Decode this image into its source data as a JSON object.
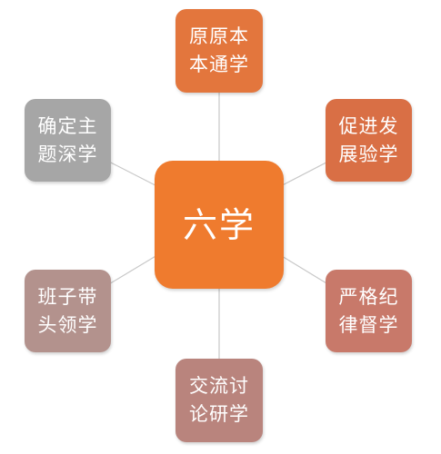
{
  "center": {
    "lines": [
      "六学"
    ],
    "color": "#EF7B2E"
  },
  "nodes": [
    {
      "id": "top",
      "lines": [
        "原原本",
        "本通学"
      ],
      "color": "#E3763D"
    },
    {
      "id": "top-right",
      "lines": [
        "促进发",
        "展验学"
      ],
      "color": "#D96F45"
    },
    {
      "id": "bottom-right",
      "lines": [
        "严格纪",
        "律督学"
      ],
      "color": "#C8796A"
    },
    {
      "id": "bottom",
      "lines": [
        "交流讨",
        "论研学"
      ],
      "color": "#B9847D"
    },
    {
      "id": "bottom-left",
      "lines": [
        "班子带",
        "头领学"
      ],
      "color": "#B3928D"
    },
    {
      "id": "top-left",
      "lines": [
        "确定主",
        "题深学"
      ],
      "color": "#A6A6A6"
    }
  ],
  "connector_color": "#C8C8C8"
}
